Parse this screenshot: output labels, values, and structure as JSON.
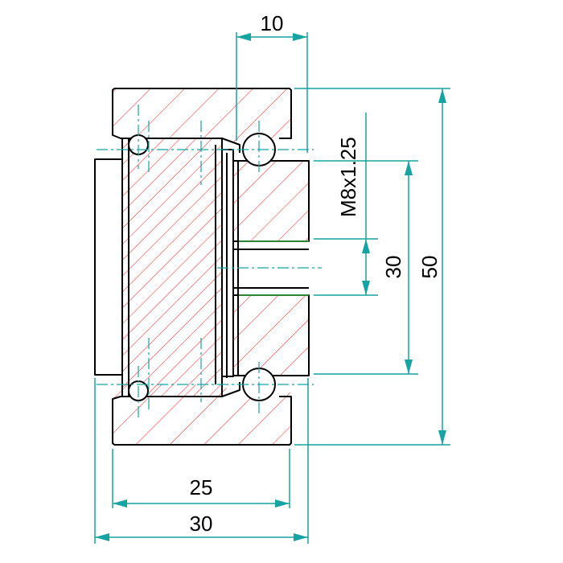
{
  "drawing": {
    "dimensions": {
      "top_width": "10",
      "thread": "M8x1.25",
      "inner_height": "30",
      "outer_height": "50",
      "inner_width": "25",
      "outer_width": "30"
    },
    "colors": {
      "outline": "#000000",
      "hatch": "#ff2a2a",
      "dimension": "#16a3a3",
      "thread_line": "#3cb043"
    }
  }
}
